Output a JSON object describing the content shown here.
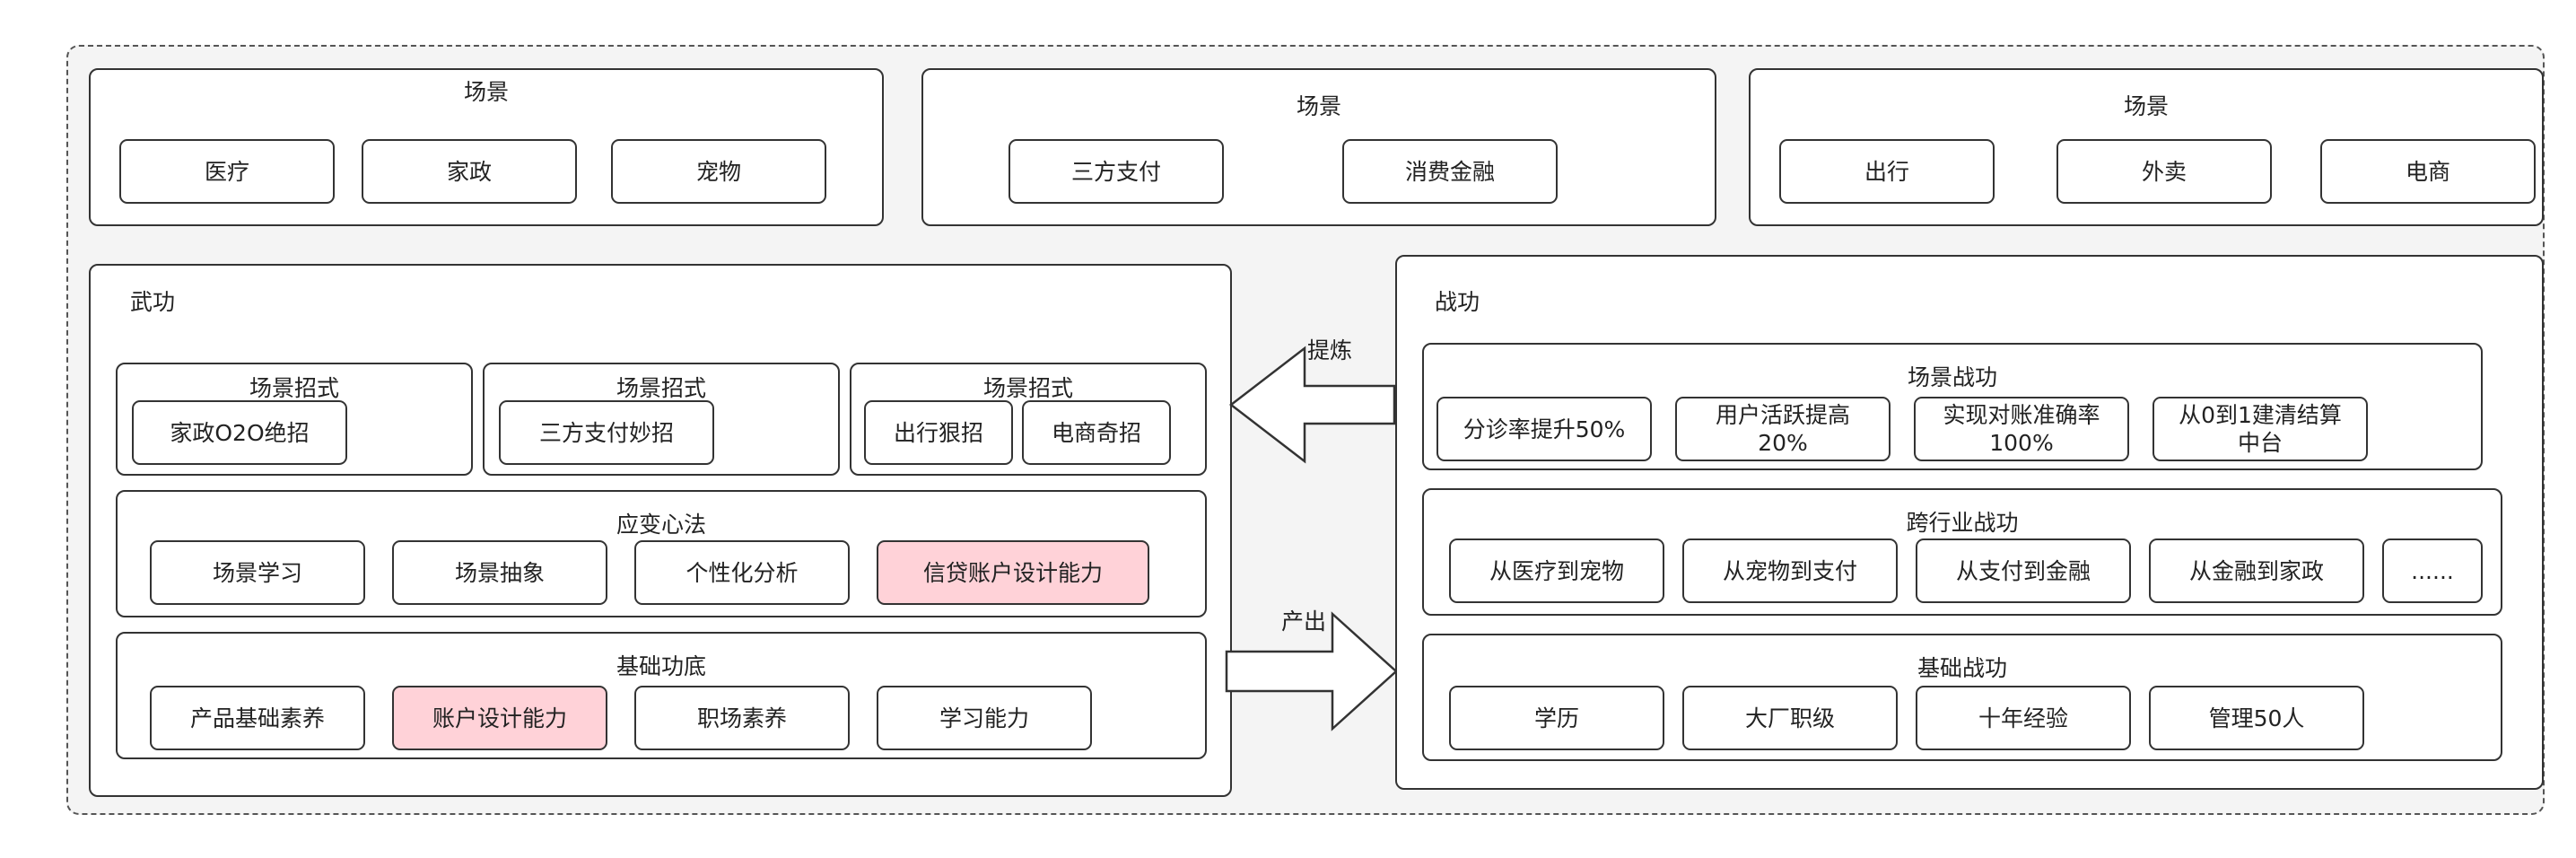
{
  "scenes": [
    {
      "title": "场景",
      "items": [
        "医疗",
        "家政",
        "宠物"
      ]
    },
    {
      "title": "场景",
      "items": [
        "三方支付",
        "消费金融"
      ]
    },
    {
      "title": "场景",
      "items": [
        "出行",
        "外卖",
        "电商"
      ]
    }
  ],
  "wugong": {
    "title": "武功",
    "moves": [
      {
        "title": "场景招式",
        "items": [
          "家政O2O绝招"
        ]
      },
      {
        "title": "场景招式",
        "items": [
          "三方支付妙招"
        ]
      },
      {
        "title": "场景招式",
        "items": [
          "出行狠招",
          "电商奇招"
        ]
      }
    ],
    "adapt": {
      "title": "应变心法",
      "items": [
        "场景学习",
        "场景抽象",
        "个性化分析",
        "信贷账户设计能力"
      ]
    },
    "basic": {
      "title": "基础功底",
      "items": [
        "产品基础素养",
        "账户设计能力",
        "职场素养",
        "学习能力"
      ]
    }
  },
  "arrows": {
    "refine": "提炼",
    "output": "产出"
  },
  "zhangong": {
    "title": "战功",
    "scene": {
      "title": "场景战功",
      "items": [
        "分诊率提升50%",
        "用户活跃提高20%",
        "实现对账准确率100%",
        "从0到1建清结算中台"
      ]
    },
    "cross": {
      "title": "跨行业战功",
      "items": [
        "从医疗到宠物",
        "从宠物到支付",
        "从支付到金融",
        "从金融到家政",
        "......"
      ]
    },
    "basic": {
      "title": "基础战功",
      "items": [
        "学历",
        "大厂职级",
        "十年经验",
        "管理50人"
      ]
    }
  },
  "colors": {
    "highlight": "#ffd2d8",
    "border": "#333333",
    "background": "#f4f4f4"
  }
}
